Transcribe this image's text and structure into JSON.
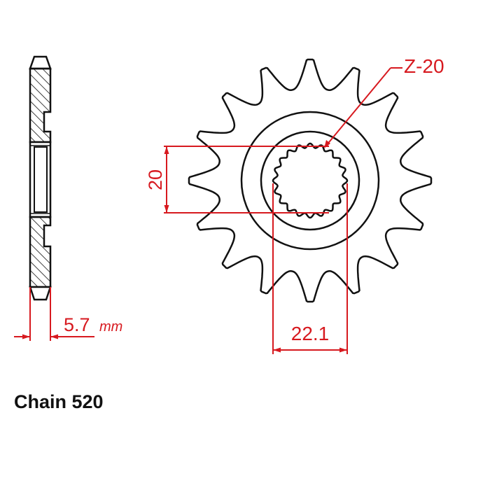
{
  "diagram": {
    "subject": "Front sprocket technical drawing",
    "colors": {
      "outline": "#111111",
      "dimension": "#d7191f",
      "background": "#ffffff"
    },
    "sprocket": {
      "outer_teeth_count": 16,
      "spline_teeth_count": 20
    },
    "labels": {
      "spline_callout": "Z-20",
      "spline_diameter": "20",
      "bore_width": "22.1",
      "thickness_value": "5.7",
      "thickness_unit": "mm",
      "chain": "Chain 520"
    }
  }
}
